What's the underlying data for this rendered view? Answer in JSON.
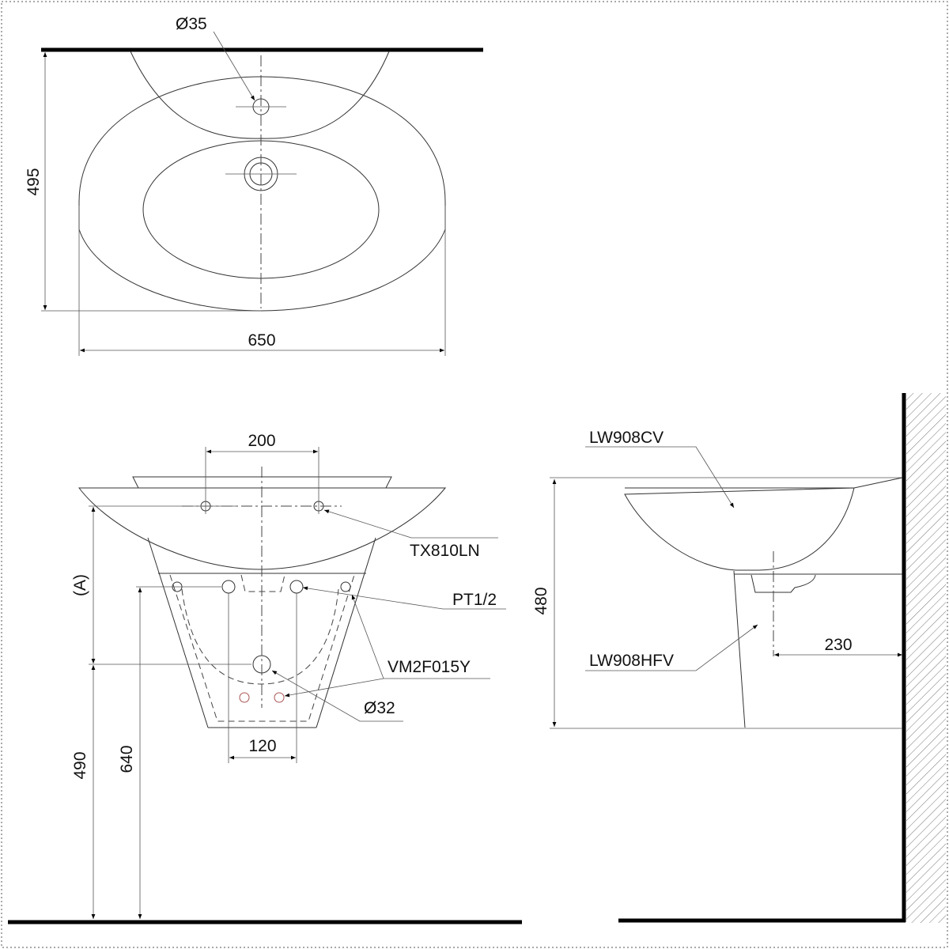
{
  "top_view": {
    "hole_diameter_label": "Ø35",
    "depth_label": "495",
    "width_label": "650"
  },
  "front_view": {
    "faucet_spacing_label": "200",
    "faucet_label": "TX810LN",
    "height_a_label": "(A)",
    "pipe_label": "PT1/2",
    "trap_label": "VM2F015Y",
    "drain_label": "Ø32",
    "bolt_spacing_label": "120",
    "floor_to_center_label": "490",
    "floor_to_inlet_label": "640"
  },
  "side_view": {
    "basin_label": "LW908CV",
    "pedestal_label": "LW908HFV",
    "height_label": "480",
    "wall_distance_label": "230"
  }
}
